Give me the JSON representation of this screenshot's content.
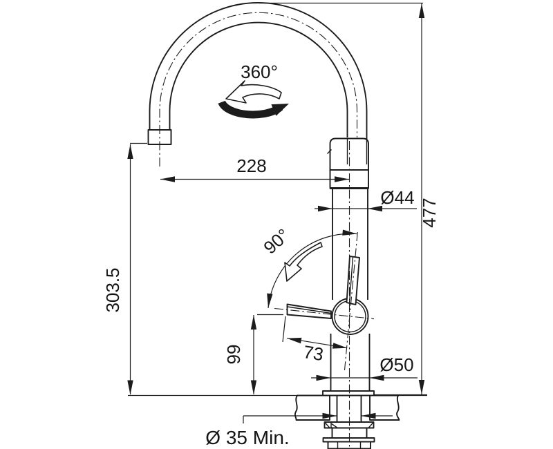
{
  "drawing": {
    "background": "#ffffff",
    "line_color": "#1c1c1c",
    "annotations": {
      "swivel_rotation": "360°",
      "lever_swing_angle": "90°"
    },
    "dimensions": {
      "spout_reach": "228",
      "spout_outlet_height": "303.5",
      "total_height": "477",
      "body_diameter": "Ø44",
      "base_diameter": "Ø50",
      "lever_length": "73",
      "lever_height": "99",
      "mounting_hole_min_diameter": "Ø 35 Min."
    }
  }
}
